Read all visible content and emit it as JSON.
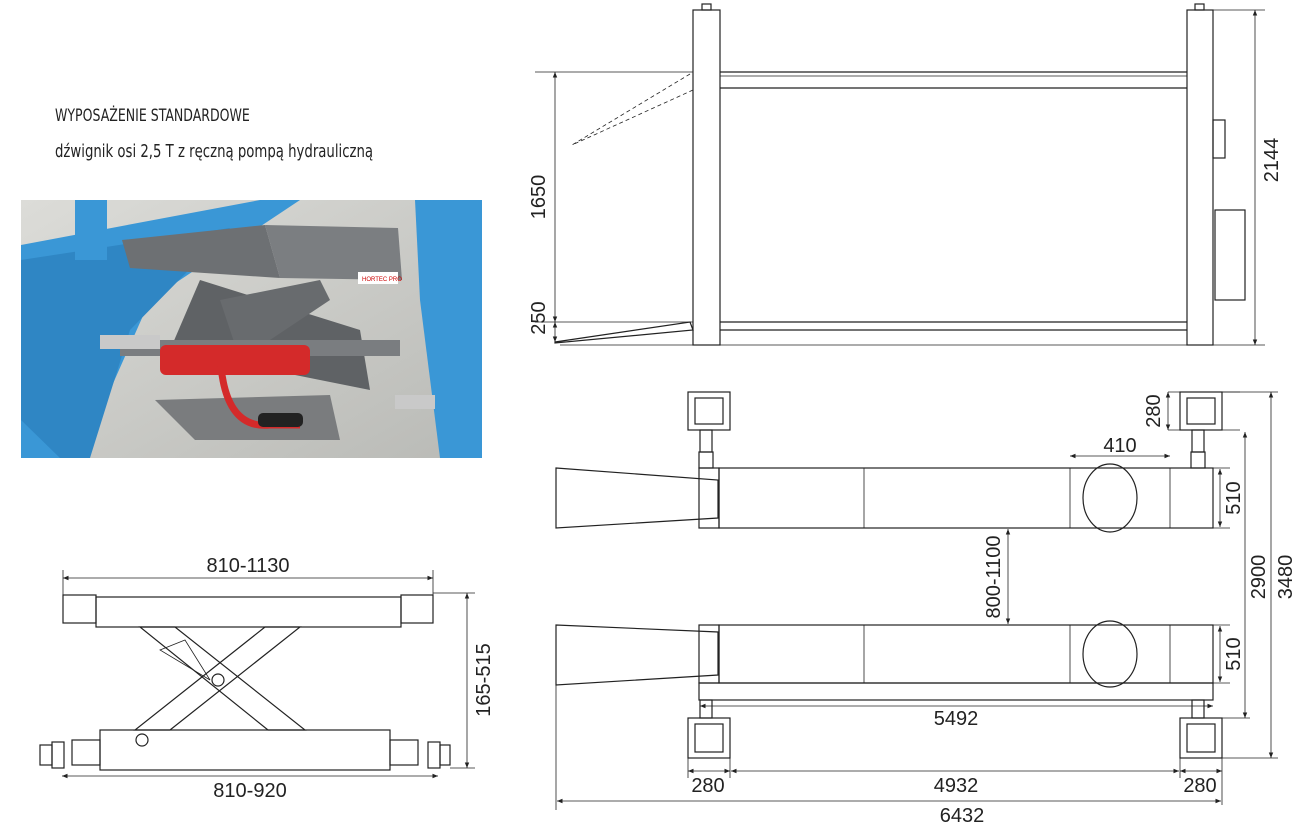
{
  "caption": {
    "heading": "WYPOSAŻENIE STANDARDOWE",
    "description": "dźwignik osi 2,5 T z ręczną pompą hydrauliczną"
  },
  "photo": {
    "brand_label": "HORTEC PRO",
    "colors": {
      "lift_blue": "#3a97d6",
      "jack_grey": "#6d7073",
      "pump_red": "#d42a2a",
      "floor": "#cfd0cc"
    }
  },
  "jack_drawing": {
    "top_width": "810-1130",
    "base_width": "810-920",
    "height_range": "165-515"
  },
  "side_view": {
    "lift_height": "1650",
    "platform_height": "250",
    "total_height": "2144"
  },
  "top_view": {
    "plate_width": "410",
    "post_depth": "280",
    "runway_width_top": "510",
    "runway_width_bottom": "510",
    "runway_gap": "800-1100",
    "inner_post_span": "2900",
    "total_width": "3480",
    "runway_length": "5492",
    "post_left": "280",
    "post_spacing": "4932",
    "post_right": "280",
    "total_length": "6432"
  }
}
